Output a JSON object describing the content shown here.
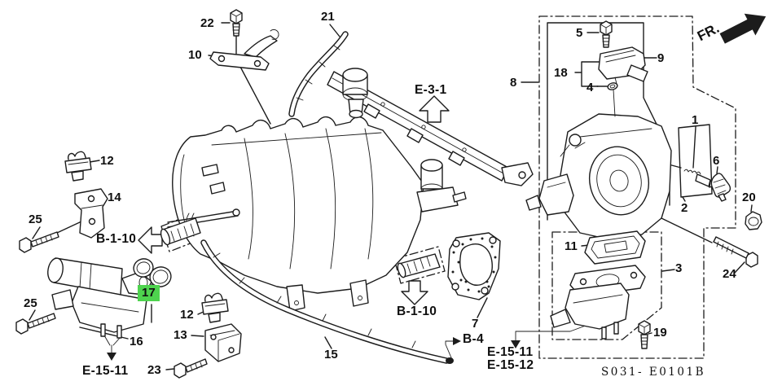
{
  "diagram": {
    "code": "S031- E0101B",
    "fr_label": "FR.",
    "highlight_color": "#4ed34e",
    "line_color": "#1c1c1c",
    "background": "#ffffff"
  },
  "callouts": {
    "c1": "1",
    "c2": "2",
    "c3": "3",
    "c4": "4",
    "c5": "5",
    "c6": "6",
    "c7": "7",
    "c8": "8",
    "c9": "9",
    "c10": "10",
    "c11": "11",
    "c12a": "12",
    "c12b": "12",
    "c13": "13",
    "c14": "14",
    "c15": "15",
    "c16": "16",
    "c17": "17",
    "c18": "18",
    "c19": "19",
    "c20": "20",
    "c21": "21",
    "c22": "22",
    "c23": "23",
    "c24": "24",
    "c25a": "25",
    "c25b": "25"
  },
  "references": {
    "e31": "E-3-1",
    "b110_left": "B-1-10",
    "b110_down": "B-1-10",
    "b4": "B-4",
    "e1511_left": "E-15-11",
    "e1511_right": "E-15-11",
    "e1512_right": "E-15-12"
  }
}
